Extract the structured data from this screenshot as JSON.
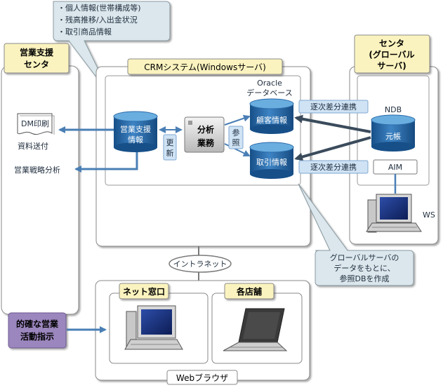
{
  "callout_top": {
    "lines": [
      "・個人情報(世帯構成等)",
      "・残高推移/入出金状況",
      "・取引商品情報"
    ]
  },
  "eigyo_center": {
    "title_lines": [
      "営業支援",
      "センタ"
    ]
  },
  "crm": {
    "title": "CRMシステム(Windowsサーバ)"
  },
  "center": {
    "title_lines": [
      "センタ",
      "(グローバル",
      "サーバ)"
    ]
  },
  "left_items": {
    "dm_print": "DM印刷",
    "material_send": "資料送付",
    "sales_strategy": "営業戦略分析"
  },
  "db": {
    "sales_support": [
      "営業支援",
      "情報"
    ],
    "oracle_label": [
      "Oracle",
      "データベース"
    ],
    "customer": "顧客情報",
    "transaction": "取引情報",
    "ndb": "NDB",
    "ledger": "元帳"
  },
  "process": {
    "analysis": [
      "分析",
      "業務"
    ],
    "update": [
      "更",
      "新"
    ],
    "reference": [
      "参",
      "照"
    ]
  },
  "sync": {
    "label1": "逐次差分連携",
    "label2": "逐次差分連携"
  },
  "aim": "AIM",
  "ws": "WS",
  "callout_bottom": {
    "lines": [
      "グローバルサーバの",
      "データをもとに、",
      "参照DBを作成"
    ]
  },
  "intranet": "イントラネット",
  "net_window": "ネット窓口",
  "stores": "各店舗",
  "instruction": [
    "的確な営業",
    "活動指示"
  ],
  "web_browser": "Webブラウザ",
  "colors": {
    "cyl_dark": "#1d5d9c",
    "cyl_light": "#5fa0d6",
    "arrow": "#4a7fb5",
    "arrow_dark": "#3a4b5c",
    "tag_bg": "#cfe3f5",
    "title_bg": "#fbf3bf",
    "callout_bg": "#dbe7ec",
    "purple": "#9b86bd"
  }
}
